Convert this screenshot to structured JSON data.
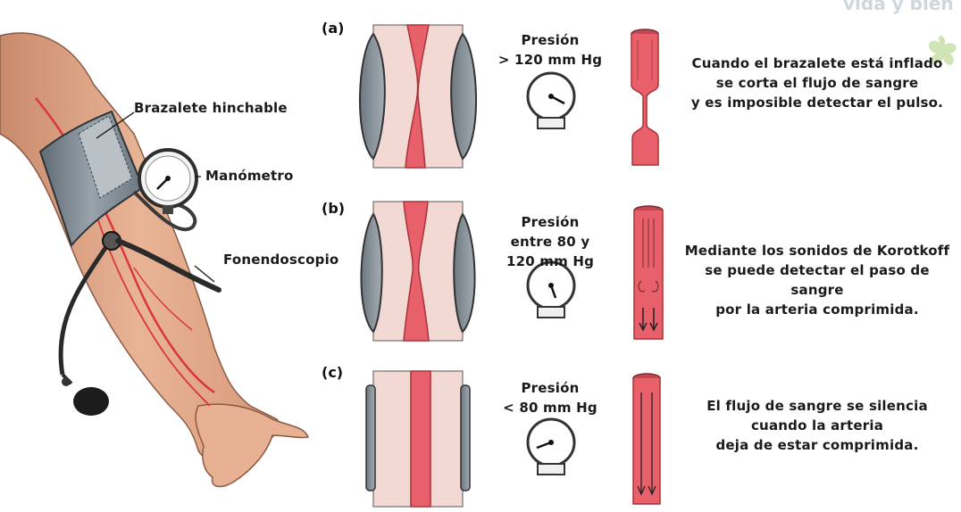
{
  "watermark": "vida y bien",
  "arm_labels": {
    "cuff": "Brazalete hinchable",
    "gauge": "Manómetro",
    "stethoscope": "Fonendoscopio"
  },
  "panels": [
    {
      "letter": "(a)",
      "pressure_lines": [
        "Presión",
        "> 120 mm Hg"
      ],
      "description_lines": [
        "Cuando el brazalete está inflado",
        "se corta el flujo de sangre",
        "y es imposible detectar el pulso."
      ]
    },
    {
      "letter": "(b)",
      "pressure_lines": [
        "Presión",
        "entre 80 y",
        "120 mm Hg"
      ],
      "description_lines": [
        "Mediante los sonidos de Korotkoff",
        "se puede detectar el paso de sangre",
        "por la arteria comprimida."
      ]
    },
    {
      "letter": "(c)",
      "pressure_lines": [
        "Presión",
        "< 80 mm Hg"
      ],
      "description_lines": [
        "El flujo de sangre se silencia",
        "cuando la arteria",
        "deja de estar comprimida."
      ]
    }
  ],
  "colors": {
    "tissue": "#f2d9d4",
    "artery": "#e8606a",
    "cuff": "#8a949c",
    "skin": "#e0a98a"
  }
}
